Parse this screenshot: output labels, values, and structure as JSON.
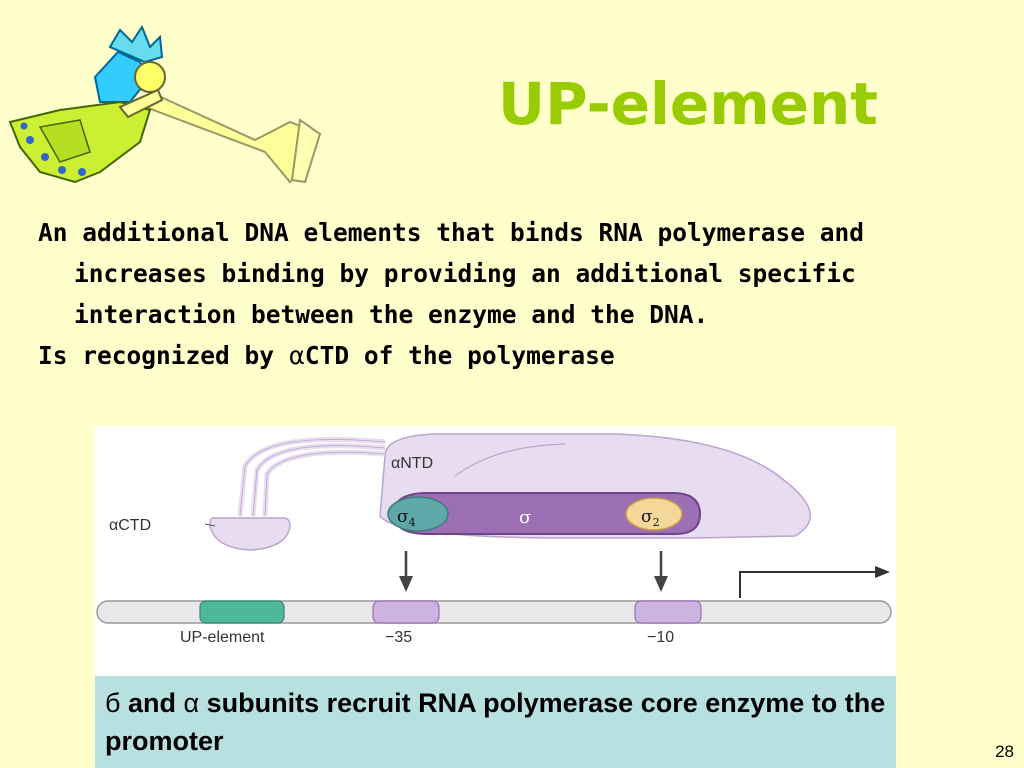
{
  "slide": {
    "title": "UP-element",
    "paragraph1_prefix": "An additional DNA elements that binds RNA polymerase and increases binding by providing an additional specific interaction between the enzyme and the DNA.",
    "paragraph2_prefix": "Is recognized by ",
    "paragraph2_symbol": "α",
    "paragraph2_suffix": "CTD of the polymerase",
    "slide_number": "28"
  },
  "figure": {
    "labels": {
      "alpha_ntd": "αNTD",
      "alpha_ctd": "αCTD",
      "sigma": "σ",
      "sigma4": "σ",
      "sigma4_sub": "4",
      "sigma2": "σ",
      "sigma2_sub": "2",
      "up_element": "UP-element",
      "minus35": "−35",
      "minus10": "−10"
    },
    "colors": {
      "polymerase_fill": "#E8DDF0",
      "sigma_fill": "#9C6FB5",
      "sigma4_fill": "#5FA8A8",
      "sigma2_fill": "#F6D79A",
      "up_element_fill": "#4FB89A",
      "box_fill": "#CDB4E0",
      "dna_fill": "#E8E8EA"
    }
  },
  "caption": {
    "symbol1": "б",
    "and_word": " and ",
    "symbol2": "α",
    "text": " subunits recruit RNA polymerase core enzyme to the promoter"
  }
}
